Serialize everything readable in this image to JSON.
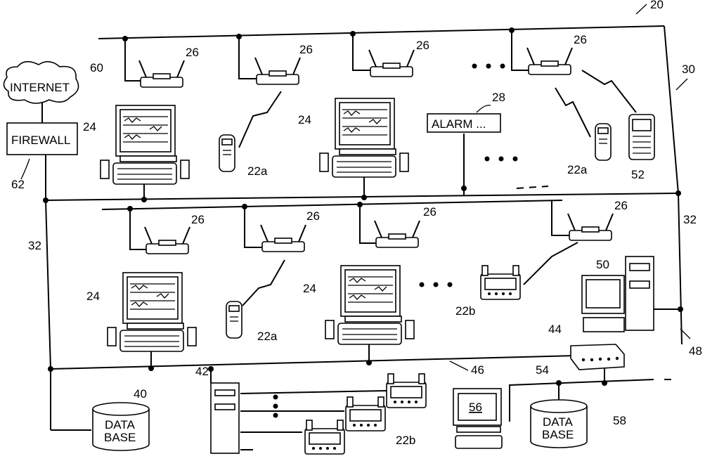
{
  "labels": {
    "system": "20",
    "ap": "26",
    "monitor": "24",
    "handheld": "22a",
    "alarm_ref": "28",
    "alarm": "ALARM ...",
    "network_top": "30",
    "network_mid": "32",
    "internet": "INTERNET",
    "internet_ref": "60",
    "firewall": "FIREWALL",
    "firewall_ref": "62",
    "pda_ref": "52",
    "telemetry": "22b",
    "workstation_ref": "50",
    "hub_ref": "44",
    "link_ref": "46",
    "lan_ref": "48",
    "db_left_ref": "40",
    "server_ref": "42",
    "db_text_1": "DATA",
    "db_text_2": "BASE",
    "terminal_ref": "56",
    "bus_ref": "54",
    "db_right_ref": "58"
  }
}
